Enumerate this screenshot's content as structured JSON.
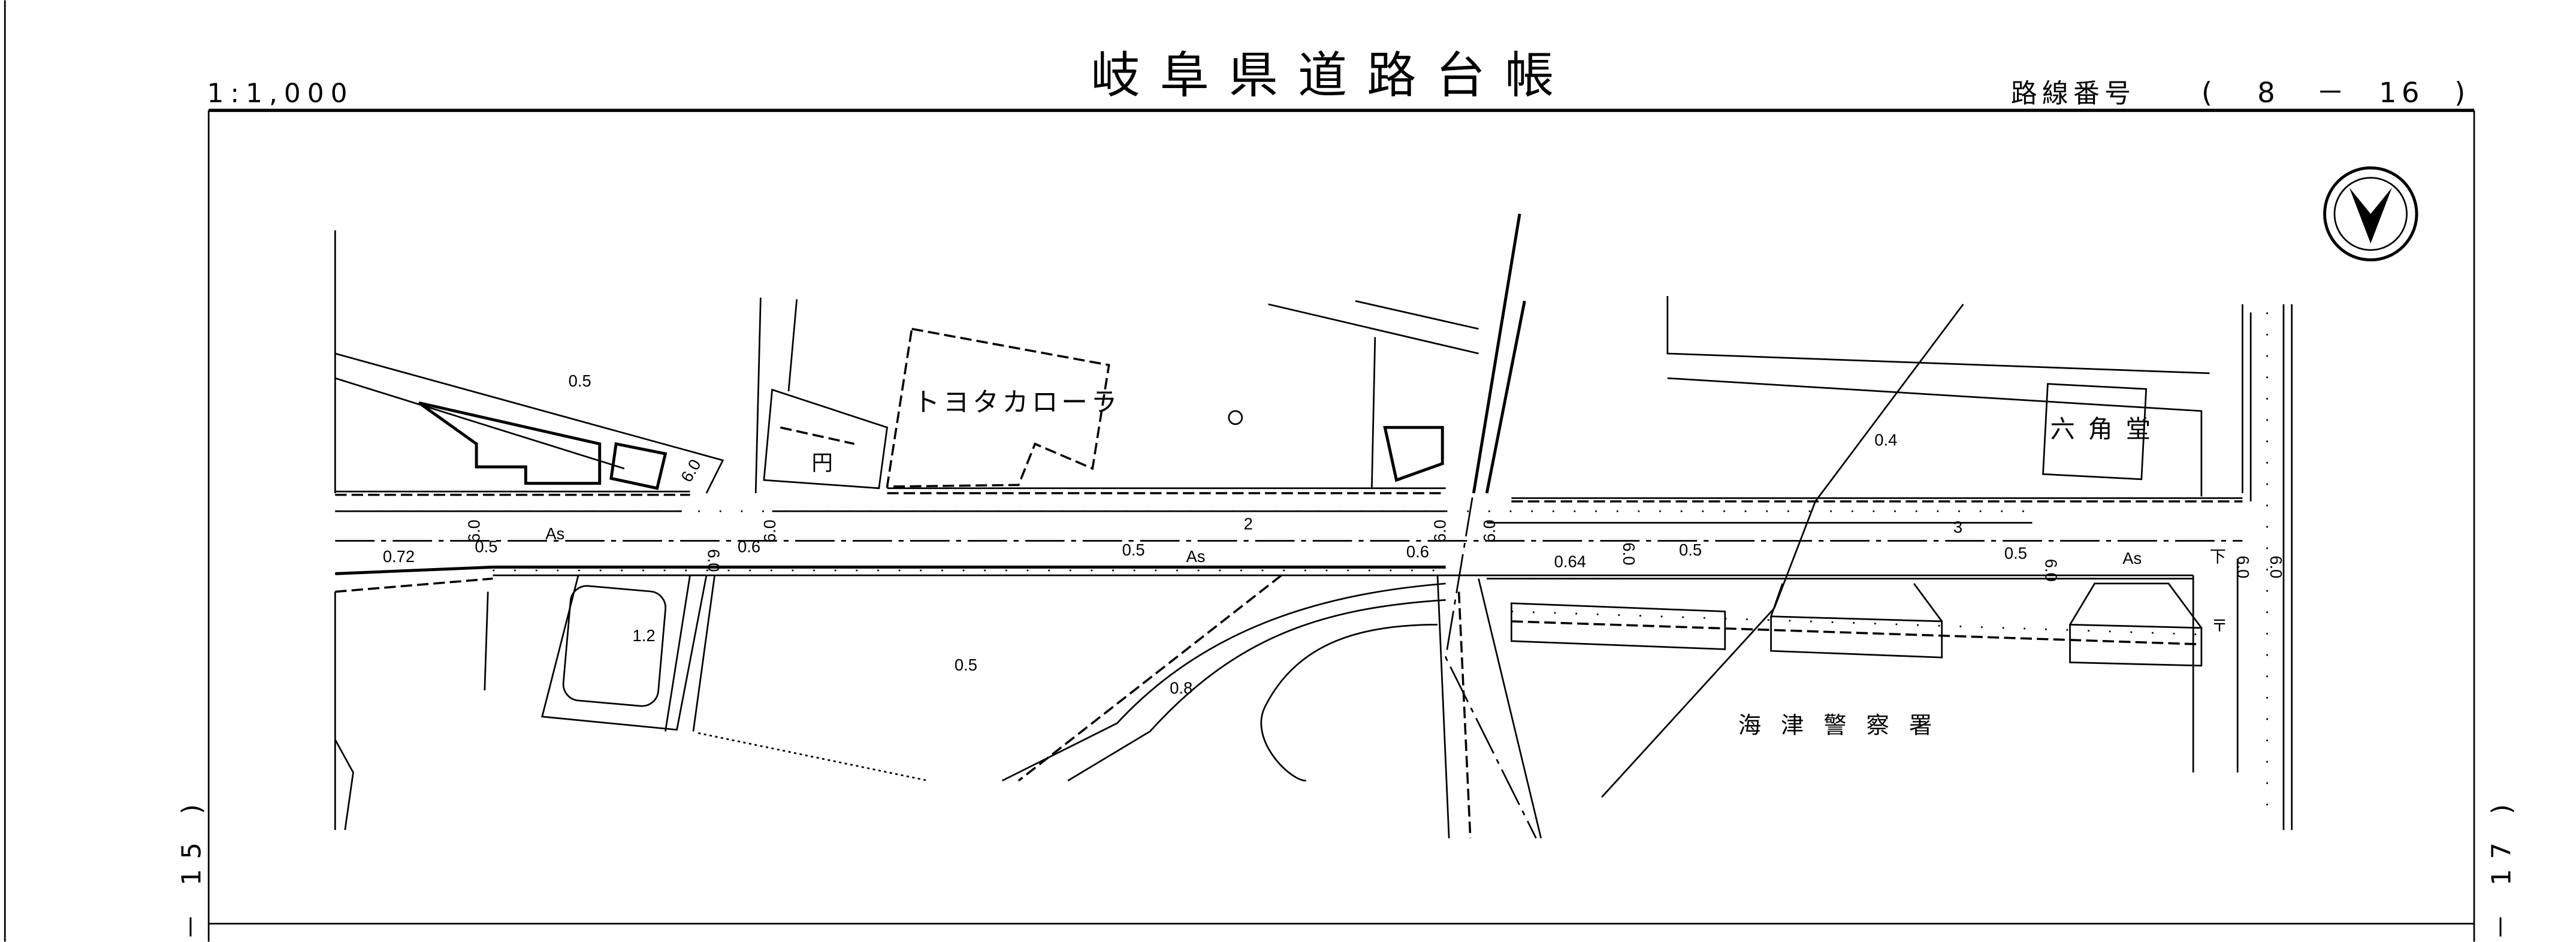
{
  "header": {
    "scale": "1:1,000",
    "title": "岐阜県道路台帳",
    "route_label": "路線番号",
    "route_open": "(",
    "route_number": "8",
    "route_dash": "－",
    "sheet_number": "16",
    "route_close": ")"
  },
  "side_labels": {
    "left": "－ 15 )",
    "right": "－ 17 )"
  },
  "map": {
    "places": {
      "toyota": "トヨタカローラ",
      "rokkakudo": "六角堂",
      "police": "海津警察署",
      "shrine": "円"
    },
    "stations": [
      "2",
      "3"
    ],
    "pavement": [
      "As",
      "As",
      "As"
    ],
    "elevations": [
      "0.5",
      "0.72",
      "0.5",
      "0.6",
      "0.5",
      "0.6",
      "0.64",
      "0.5",
      "0.5",
      "1.2",
      "0.5",
      "0.8",
      "0.4"
    ],
    "widths": [
      "6.0",
      "6.0",
      "6.0",
      "6.0",
      "6.0",
      "6.0",
      "6.0",
      "6.0",
      "6.0",
      "6.0"
    ],
    "symbol_post": "〒",
    "symbol_sewer": "下"
  },
  "north_arrow": "north-arrow-icon"
}
